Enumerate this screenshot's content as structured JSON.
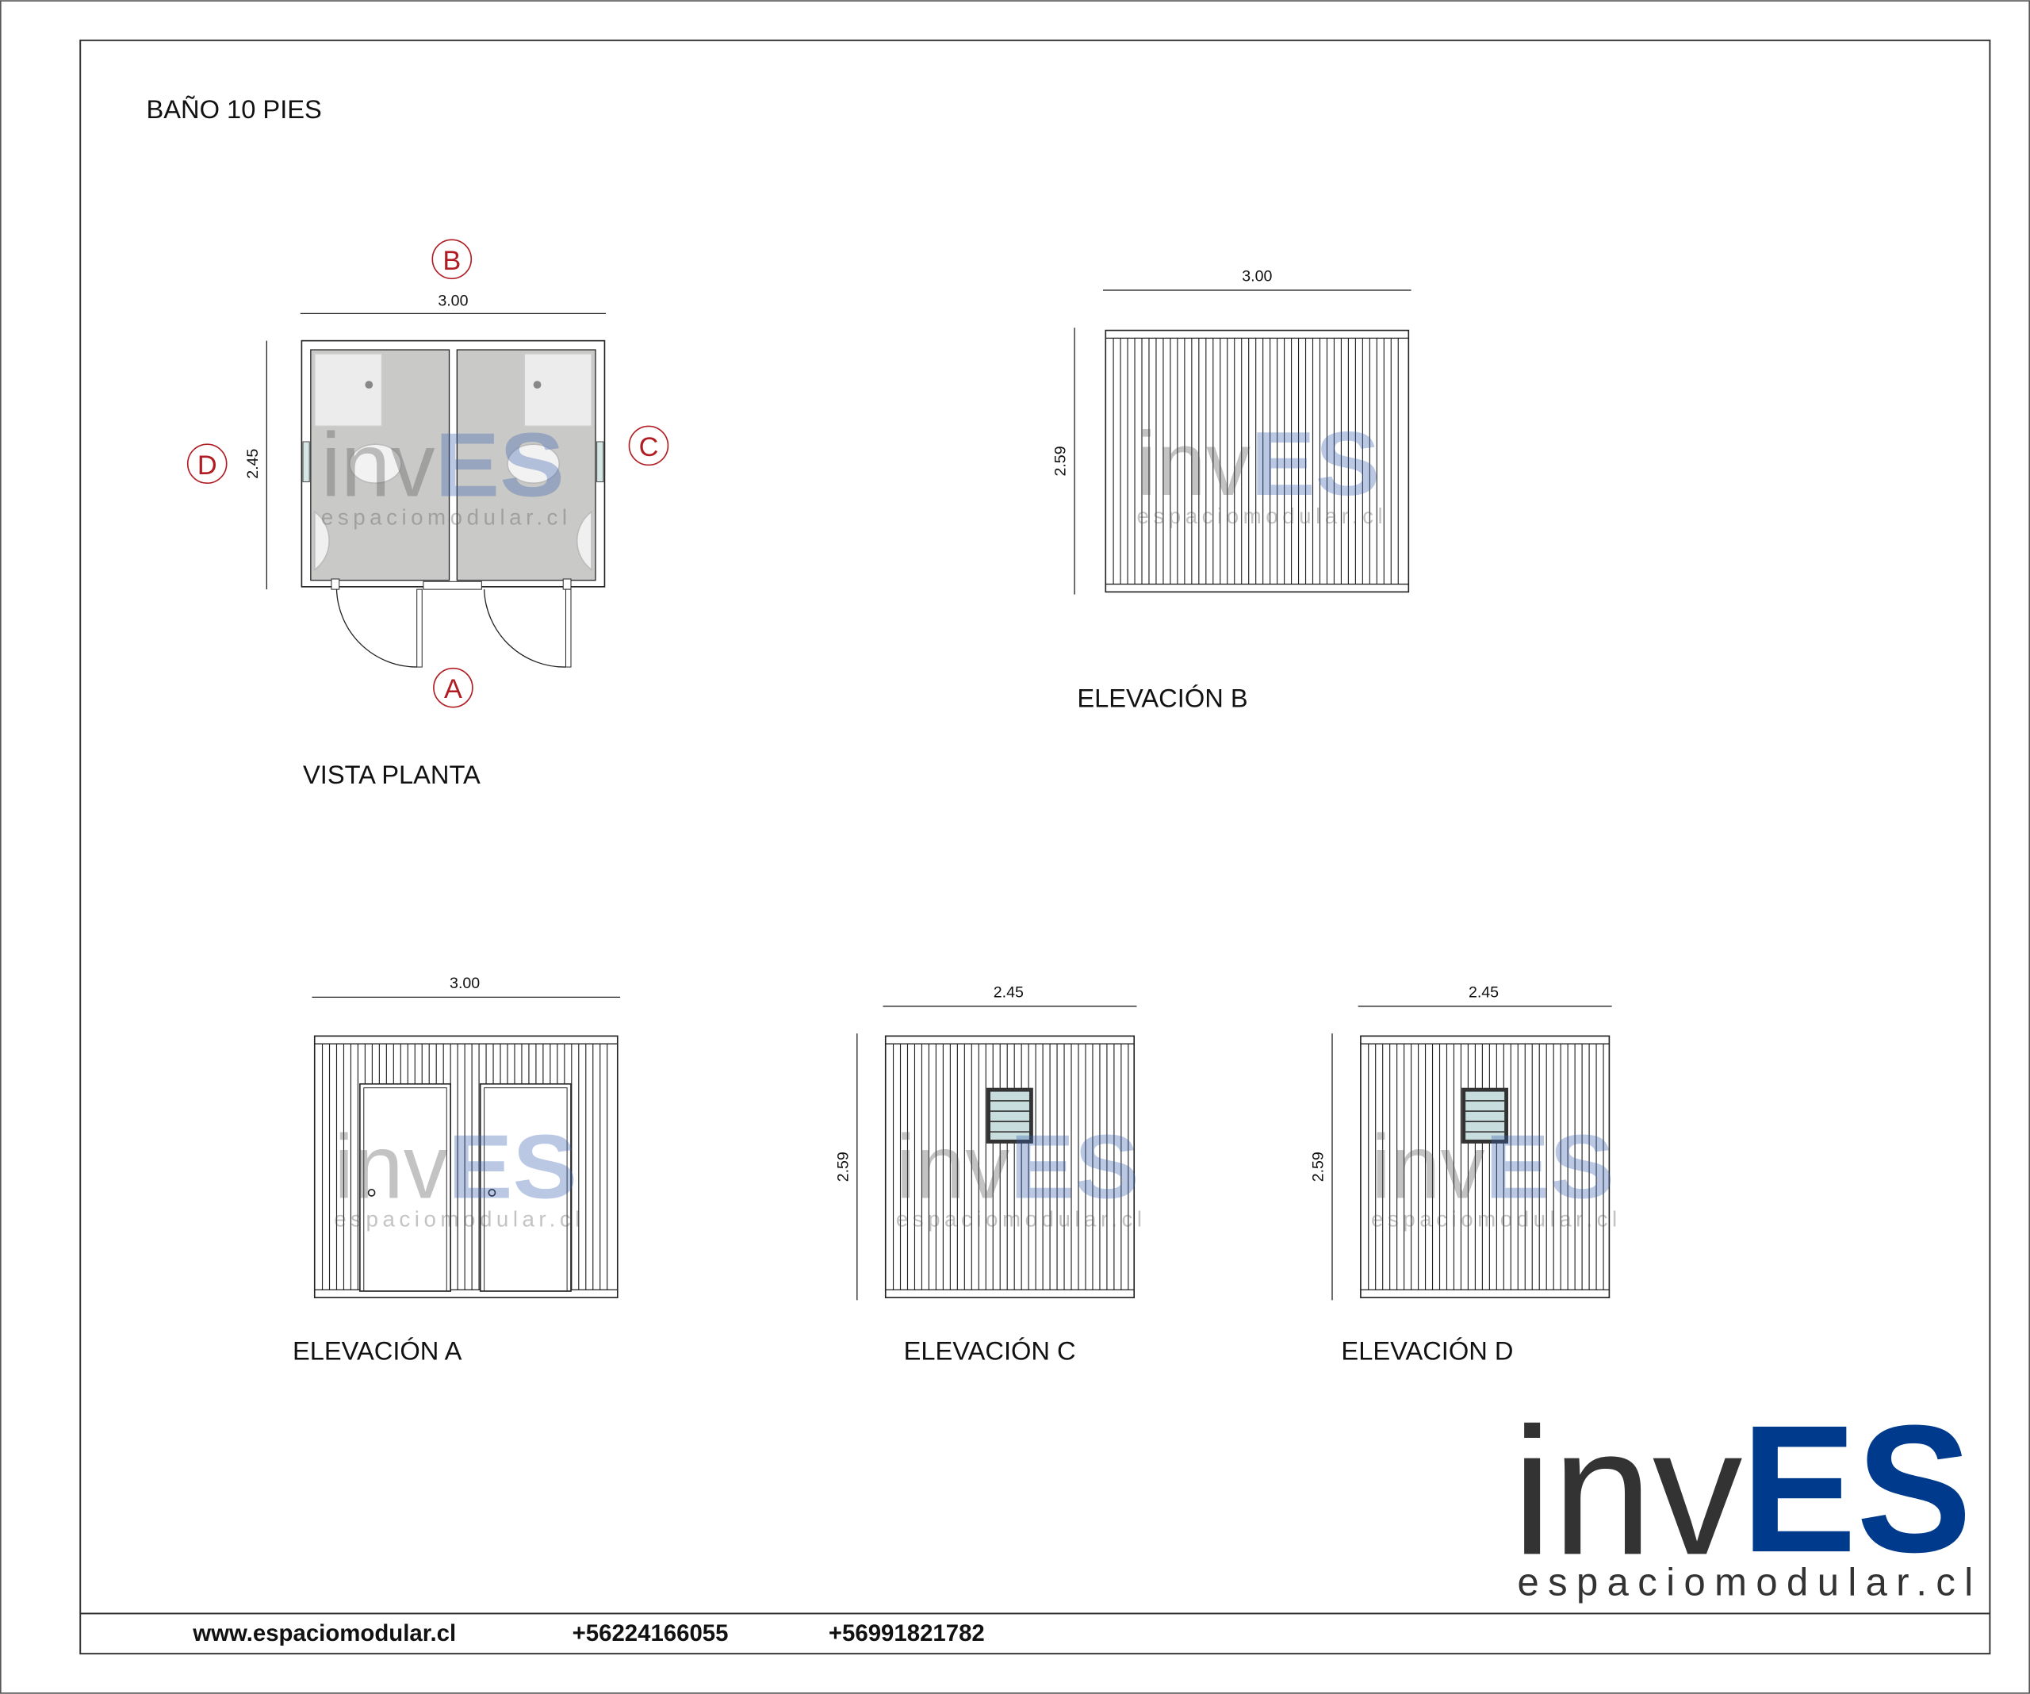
{
  "title": "BAÑO 10 PIES",
  "plan": {
    "label": "VISTA PLANTA",
    "width_dim": "3.00",
    "depth_dim": "2.45",
    "markers": {
      "a": "A",
      "b": "B",
      "c": "C",
      "d": "D"
    }
  },
  "elevations": {
    "a": {
      "label": "ELEVACIÓN  A",
      "width_dim": "3.00"
    },
    "b": {
      "label": "ELEVACIÓN  B",
      "width_dim": "3.00",
      "height_dim": "2.59"
    },
    "c": {
      "label": "ELEVACIÓN  C",
      "width_dim": "2.45",
      "height_dim": "2.59"
    },
    "d": {
      "label": "ELEVACIÓN  D",
      "width_dim": "2.45",
      "height_dim": "2.59"
    }
  },
  "logo": {
    "part1": "inv",
    "part2": "ES",
    "tagline": "espaciomodular.cl"
  },
  "footer": {
    "website": "www.espaciomodular.cl",
    "phone1": "+56224166055",
    "phone2": "+56991821782"
  },
  "colors": {
    "marker_red": "#b01c22",
    "brand_blue": "#003a8c",
    "brand_dark": "#333333"
  }
}
